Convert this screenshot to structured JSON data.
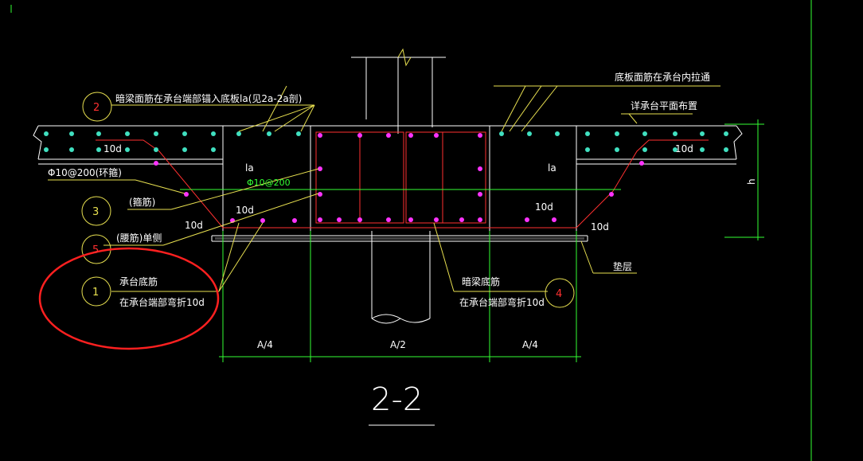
{
  "drawing": {
    "section_title": "2-2",
    "colors": {
      "background": "#000000",
      "outline": "#ffffff",
      "rebar_main": "#ff3030",
      "rebar_dot_pink": "#ff33ff",
      "rebar_dot_cyan": "#40e0c0",
      "dimension": "#33ff33",
      "leader": "#e8e050",
      "highlight_ellipse": "#ff2020",
      "frame_line": "#33ff33"
    },
    "callouts": {
      "c2": {
        "number": "2",
        "text": "暗梁面筋在承台端部锚入底板la(见2a-2a剖)"
      },
      "top_right": {
        "text": "底板面筋在承台内拉通"
      },
      "detail_ref": {
        "text": "详承台平面布置"
      },
      "stirrup_ring": {
        "text": "Φ10@200(环箍)"
      },
      "c3": {
        "number": "3",
        "text": "(箍筋)"
      },
      "c5": {
        "number": "5",
        "text": "(腰筋)单侧"
      },
      "c1": {
        "number": "1",
        "line1": "承台底筋",
        "line2": "在承台端部弯折10d"
      },
      "c4": {
        "number": "4",
        "line1": "暗梁底筋",
        "line2": "在承台端部弯折10d"
      },
      "cushion": {
        "text": "垫层"
      }
    },
    "labels": {
      "la_left": "la",
      "la_right": "la",
      "tend_top_left": "10d",
      "tend_top_right": "10d",
      "tend_bottom_left_a": "10d",
      "tend_bottom_left_b": "10d",
      "tend_bottom_right_a": "10d",
      "tend_bottom_right_b": "10d",
      "stirrup_spec": "Φ10@200",
      "height": "h"
    },
    "dimensions": {
      "left": "A/4",
      "middle": "A/2",
      "right": "A/4"
    }
  }
}
